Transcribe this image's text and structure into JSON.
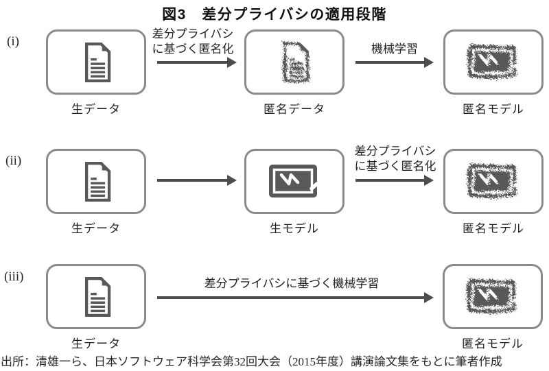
{
  "title": "図3　差分プライバシの適用段階",
  "source": "出所：清雄一ら、日本ソフトウェア科学会第32回大会（2015年度）講演論文集をもとに筆者作成",
  "colors": {
    "icon_gray": "#595959",
    "box_border": "#8a8a8a",
    "arrow": "#4d4d4d",
    "text": "#1f1f1f"
  },
  "rows": {
    "r1": {
      "id": "(i)",
      "node1": {
        "label": "生データ",
        "icon": "document-icon"
      },
      "node2": {
        "label": "匿名データ",
        "icon": "noisy-document-icon"
      },
      "node3": {
        "label": "匿名モデル",
        "icon": "noisy-model-icon"
      },
      "arrow1": {
        "line1": "差分プライバシ",
        "line2": "に基づく匿名化"
      },
      "arrow2": {
        "line1": "機械学習"
      }
    },
    "r2": {
      "id": "(ii)",
      "node1": {
        "label": "生データ",
        "icon": "document-icon"
      },
      "node2": {
        "label": "生モデル",
        "icon": "model-icon"
      },
      "node3": {
        "label": "匿名モデル",
        "icon": "noisy-model-icon"
      },
      "arrow2": {
        "line1": "差分プライバシ",
        "line2": "に基づく匿名化"
      }
    },
    "r3": {
      "id": "(iii)",
      "node1": {
        "label": "生データ",
        "icon": "document-icon"
      },
      "node3": {
        "label": "匿名モデル",
        "icon": "noisy-model-icon"
      },
      "arrow1": {
        "line1": "差分プライバシに基づく機械学習"
      }
    }
  }
}
